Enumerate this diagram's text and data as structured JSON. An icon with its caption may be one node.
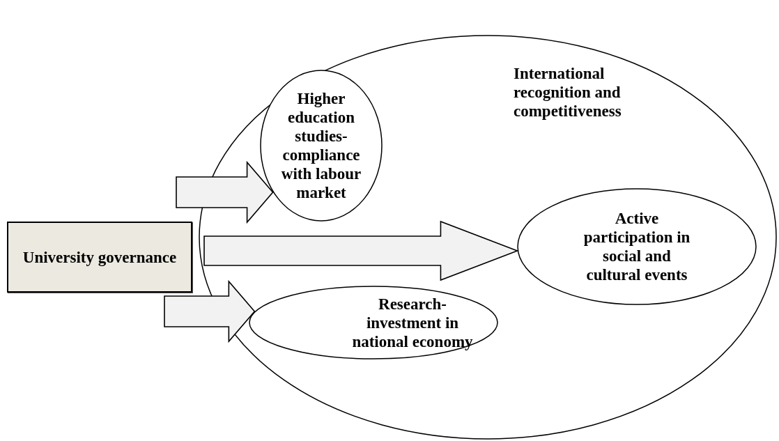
{
  "diagram": {
    "nodes": [
      {
        "text": [
          "International recognition and competitiveness"
        ]
      },
      {
        "text": [
          "Higher education studies-compliance with labour market"
        ],
        "in": 0
      },
      {
        "text": [
          "Active participation in social and cultural events"
        ],
        "in": 0
      },
      {
        "text": [
          "Research-investment in national economy"
        ],
        "in": 0
      },
      {
        "text": [
          "University governance"
        ]
      }
    ],
    "edges": [
      {
        "from": null,
        "to": 1,
        "arrow": "to",
        "style": "thick"
      },
      {
        "from": null,
        "to": 2,
        "arrow": "to",
        "style": "thick"
      },
      {
        "from": null,
        "to": 3,
        "arrow": "to",
        "style": "thick"
      }
    ]
  }
}
